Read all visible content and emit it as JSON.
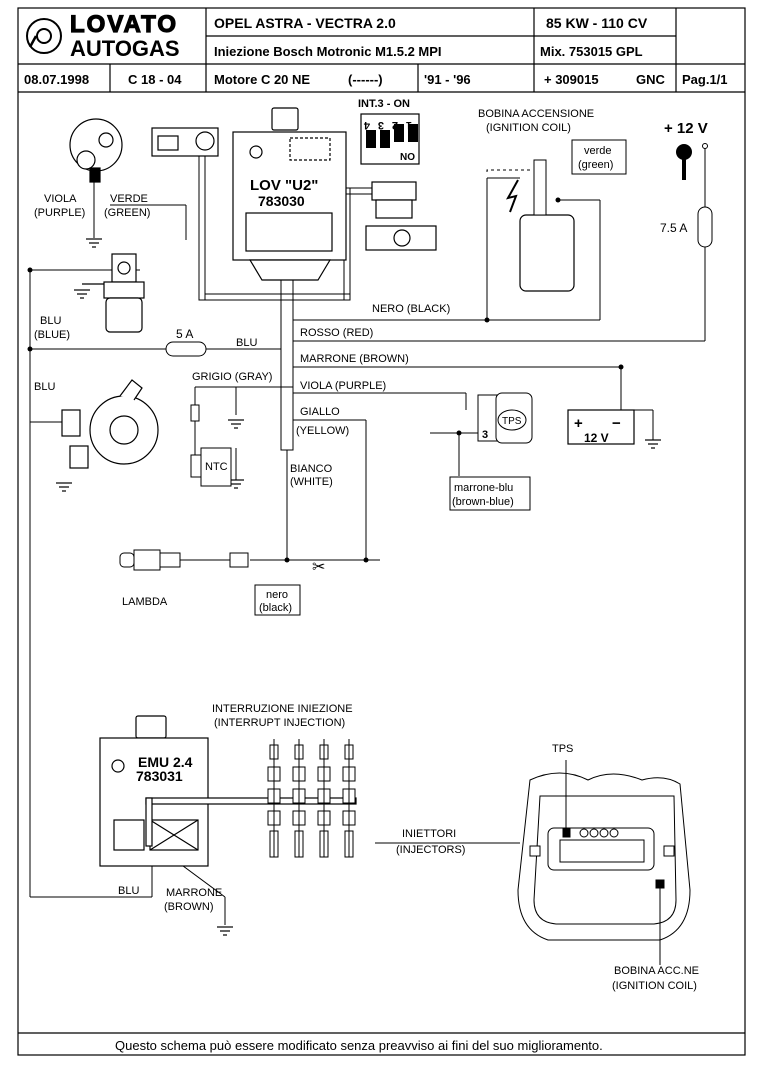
{
  "header": {
    "brand_line1": "LOVATO",
    "brand_line2": "AUTOGAS",
    "vehicle": "OPEL ASTRA  -  VECTRA  2.0",
    "power": "85 KW - 110 CV",
    "injection": "Iniezione  Bosch Motronic M1.5.2   MPI",
    "mixer": "Mix. 753015  GPL",
    "date": "08.07.1998",
    "code": "C 18 - 04",
    "engine": "Motore  C 20 NE",
    "engine_code": "(------)",
    "years": "'91 - '96",
    "kit": "+ 309015",
    "fuel": "GNC",
    "page": "Pag.1/1"
  },
  "labels": {
    "int3": "INT.3 - ON",
    "switch_nums": [
      "1",
      "2",
      "3",
      "4"
    ],
    "switch_on": "NO",
    "coil_title_it": "BOBINA ACCENSIONE",
    "coil_title_en": "(IGNITION COIL)",
    "verde_it": "verde",
    "verde_en": "(green)",
    "plus12": "+ 12 V",
    "fuse75": "7.5 A",
    "ecu_name": "LOV \"U2\"",
    "ecu_code": "783030",
    "viola_it": "VIOLA",
    "viola_en": "(PURPLE)",
    "verde2_it": "VERDE",
    "verde2_en": "(GREEN)",
    "blu_it": "BLU",
    "blu_en": "(BLUE)",
    "blu": "BLU",
    "fuse5": "5 A",
    "blu_wire": "BLU",
    "nero": "NERO (BLACK)",
    "rosso": "ROSSO (RED)",
    "marrone": "MARRONE (BROWN)",
    "grigio": "GRIGIO (GRAY)",
    "viola_wire": "VIOLA (PURPLE)",
    "giallo_it": "GIALLO",
    "giallo_en": "(YELLOW)",
    "bianco_it": "BIANCO",
    "bianco_en": "(WHITE)",
    "ntc": "NTC",
    "tps": "TPS",
    "tps_pin": "3",
    "batt_plus": "+",
    "batt_minus": "−",
    "batt_v": "12 V",
    "mb_it": "marrone-blu",
    "mb_en": "(brown-blue)",
    "lambda": "LAMBDA",
    "nero_it": "nero",
    "nero_en": "(black)",
    "emu_name": "EMU 2.4",
    "emu_code": "783031",
    "interr_it": "INTERRUZIONE INIEZIONE",
    "interr_en": "(INTERRUPT INJECTION)",
    "inj_it": "INIETTORI",
    "inj_en": "(INJECTORS)",
    "blu_bottom": "BLU",
    "marrone_it": "MARRONE",
    "marrone_en": "(BROWN)",
    "tps_bottom": "TPS",
    "bob_it": "BOBINA ACC.NE",
    "bob_en": "(IGNITION COIL)"
  },
  "footer": {
    "note": "Questo schema può essere modificato senza preavviso ai fini del suo miglioramento."
  }
}
